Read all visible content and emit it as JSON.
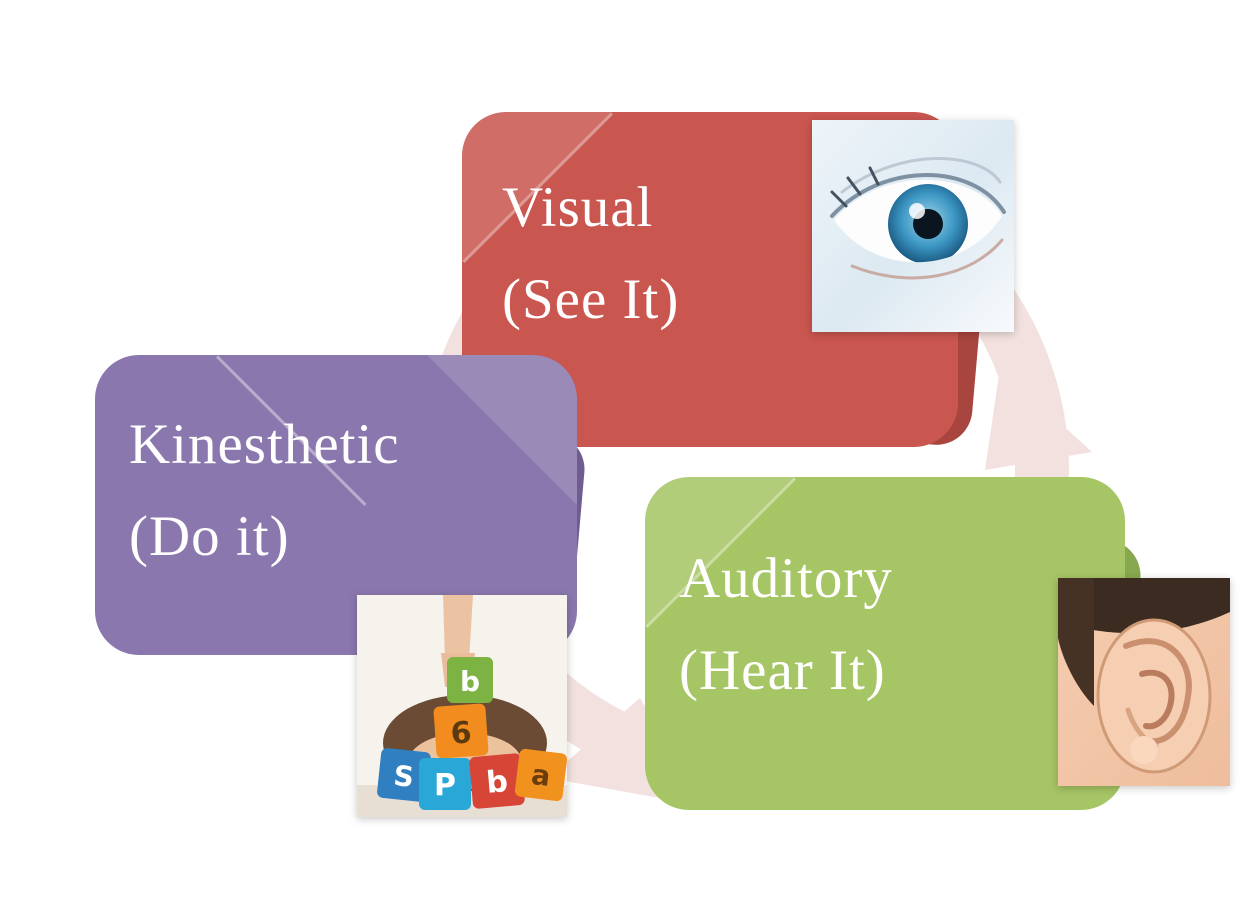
{
  "cards": {
    "visual": {
      "line1": "Visual",
      "line2": "(See It)",
      "color": "#c9564f",
      "image": "eye-photo"
    },
    "kinesthetic": {
      "line1": "Kinesthetic",
      "line2": "(Do it)",
      "color": "#8a77ad",
      "image": "child-stacking-letter-blocks-photo"
    },
    "auditory": {
      "line1": "Auditory",
      "line2": "(Hear It)",
      "color": "#a6c565",
      "image": "ear-photo"
    }
  },
  "blocks_letters": {
    "held": "b",
    "mid": "6",
    "b1": "S",
    "b2": "P",
    "b3": "b",
    "b4": "a"
  },
  "cycle_arrow_color": "#f2e1de"
}
